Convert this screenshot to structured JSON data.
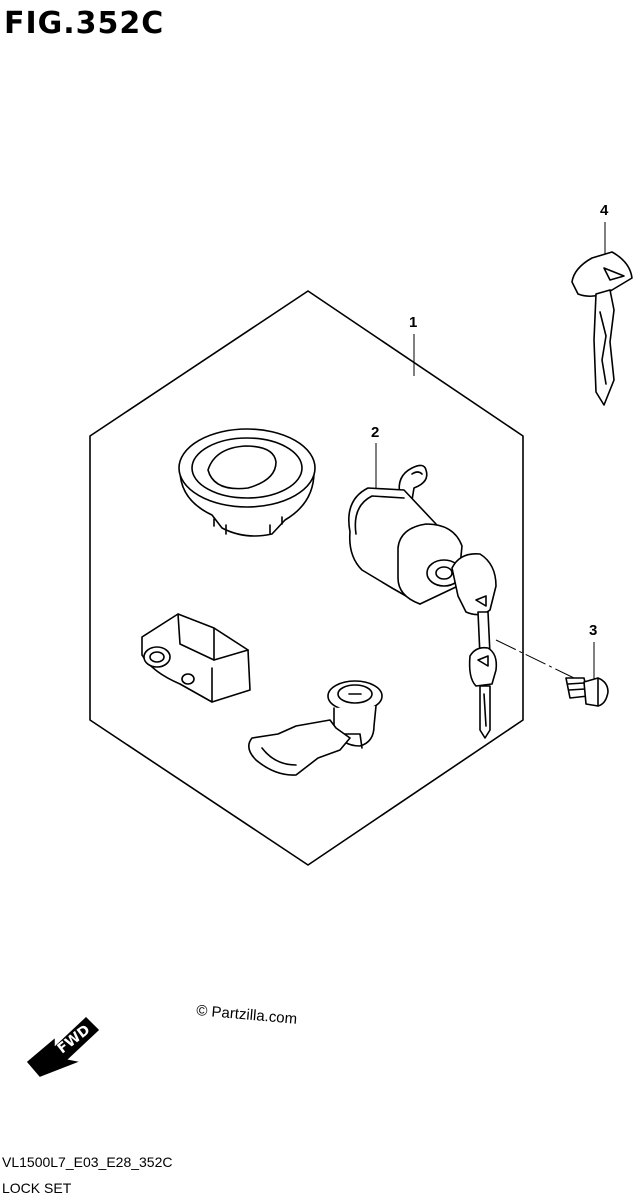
{
  "figure": {
    "title": "FIG.352C",
    "model_code": "VL1500L7_E03_E28_352C",
    "section_name": "LOCK SET"
  },
  "callouts": [
    {
      "id": "1",
      "label": "1"
    },
    {
      "id": "2",
      "label": "2"
    },
    {
      "id": "3",
      "label": "3"
    },
    {
      "id": "4",
      "label": "4"
    }
  ],
  "direction_badge": {
    "label": "FWD"
  },
  "watermark": {
    "text": "© Partzilla.com"
  },
  "colors": {
    "line": "#000000",
    "background": "#ffffff"
  }
}
